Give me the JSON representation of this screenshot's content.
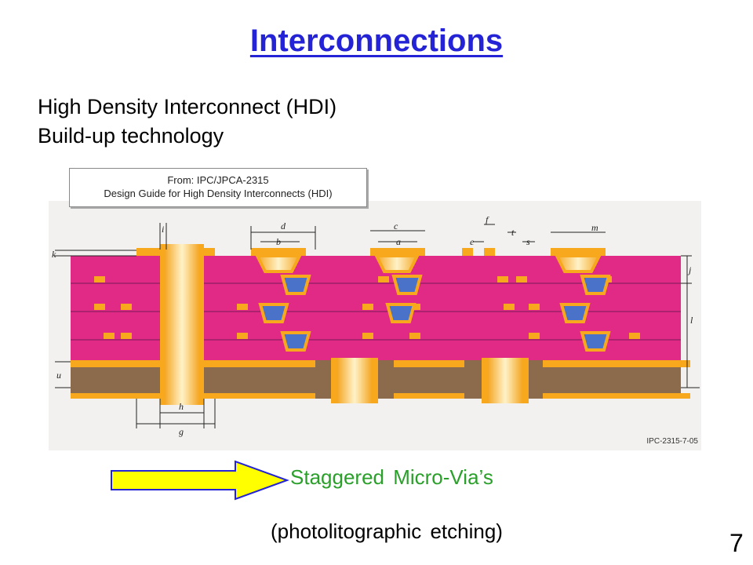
{
  "slide": {
    "title": "Interconnections",
    "subtitle_line1": "High Density Interconnect (HDI)",
    "subtitle_line2": "Build-up technology",
    "source_line1": "From: IPC/JPCA-2315",
    "source_line2": "Design Guide for High Density Interconnects (HDI)",
    "caption": "Staggered Micro-Via’s",
    "note": "(photolitographic etching)",
    "page_number": "7"
  },
  "figure": {
    "code": "IPC-2315-7-05",
    "dimension_labels": [
      "i",
      "k",
      "d",
      "b",
      "c",
      "a",
      "e",
      "f",
      "t",
      "s",
      "m",
      "j",
      "l",
      "u",
      "h",
      "g"
    ],
    "colors": {
      "dielectric": "#e02a86",
      "copper": "#f7a81c",
      "core": "#8c6a4c",
      "via_fill": "#4a72c8",
      "plated_barrel": "#f5c25a",
      "arrow": "#ffff00"
    }
  }
}
